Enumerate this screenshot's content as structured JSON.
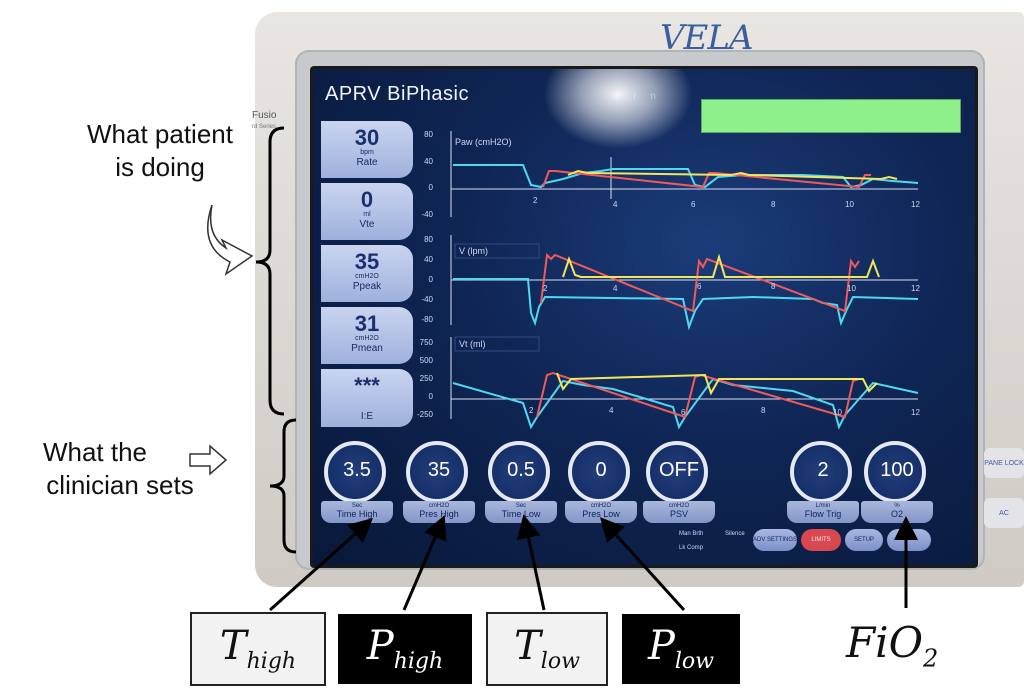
{
  "device": {
    "brand": "VELA",
    "side_brand": "Fusio",
    "side_brand_sub": "rd Series",
    "side_buttons": [
      "PANE LOCK",
      "AC"
    ]
  },
  "screen": {
    "mode_title": "APRV BiPhasic",
    "header_dim": "a i n",
    "alarm_bar_color": "#8ef08a",
    "monitors": [
      {
        "value": "30",
        "unit": "bpm",
        "label": "Rate"
      },
      {
        "value": "0",
        "unit": "ml",
        "label": "Vte"
      },
      {
        "value": "35",
        "unit": "cmH2O",
        "label": "Ppeak"
      },
      {
        "value": "31",
        "unit": "cmH2O",
        "label": "Pmean"
      },
      {
        "value": "***",
        "unit": "",
        "label": "I:E"
      }
    ],
    "waveforms": [
      {
        "title": "Paw (cmH2O)",
        "y_ticks": [
          "80",
          "40",
          "0",
          "-40"
        ],
        "x_ticks": [
          "2",
          "4",
          "6",
          "8",
          "10",
          "12"
        ]
      },
      {
        "title": "V (lpm)",
        "y_ticks": [
          "80",
          "40",
          "0",
          "-40",
          "-80"
        ],
        "x_ticks": [
          "2",
          "4",
          "6",
          "8",
          "10",
          "12"
        ]
      },
      {
        "title": "Vt (ml)",
        "y_ticks": [
          "750",
          "500",
          "250",
          "0",
          "-250"
        ],
        "x_ticks": [
          "2",
          "4",
          "6",
          "8",
          "10",
          "12"
        ]
      }
    ],
    "knobs": [
      {
        "value": "3.5",
        "unit": "Sec",
        "label": "Time High"
      },
      {
        "value": "35",
        "unit": "cmH2O",
        "label": "Pres High"
      },
      {
        "value": "0.5",
        "unit": "Sec",
        "label": "Time Low"
      },
      {
        "value": "0",
        "unit": "cmH2O",
        "label": "Pres Low"
      },
      {
        "value": "OFF",
        "unit": "cmH2O",
        "label": "PSV"
      },
      {
        "value": "2",
        "unit": "L/min",
        "label": "Flow Trig"
      },
      {
        "value": "100",
        "unit": "%",
        "label": "O2"
      }
    ],
    "small_text": {
      "man_brth": "Man Brth",
      "silence": "Silence",
      "lk_comp": "Lk Comp"
    },
    "soft_buttons": [
      "ADV SETTINGS",
      "LIMITS",
      "SETUP",
      ""
    ],
    "colors": {
      "trace_cyan": "#4fd9f0",
      "trace_red": "#f05a5a",
      "trace_yellow": "#f2e65a",
      "limits_button": "#d9474f"
    }
  },
  "annotations": {
    "patient_line1": "What patient",
    "patient_line2": "is doing",
    "clinician_line1": "What the",
    "clinician_line2": "clinician sets",
    "t_high": {
      "main": "T",
      "sub": "high"
    },
    "p_high": {
      "main": "P",
      "sub": "high"
    },
    "t_low": {
      "main": "T",
      "sub": "low"
    },
    "p_low": {
      "main": "P",
      "sub": "low"
    },
    "fio2": {
      "main": "FiO",
      "sub": "2"
    }
  }
}
